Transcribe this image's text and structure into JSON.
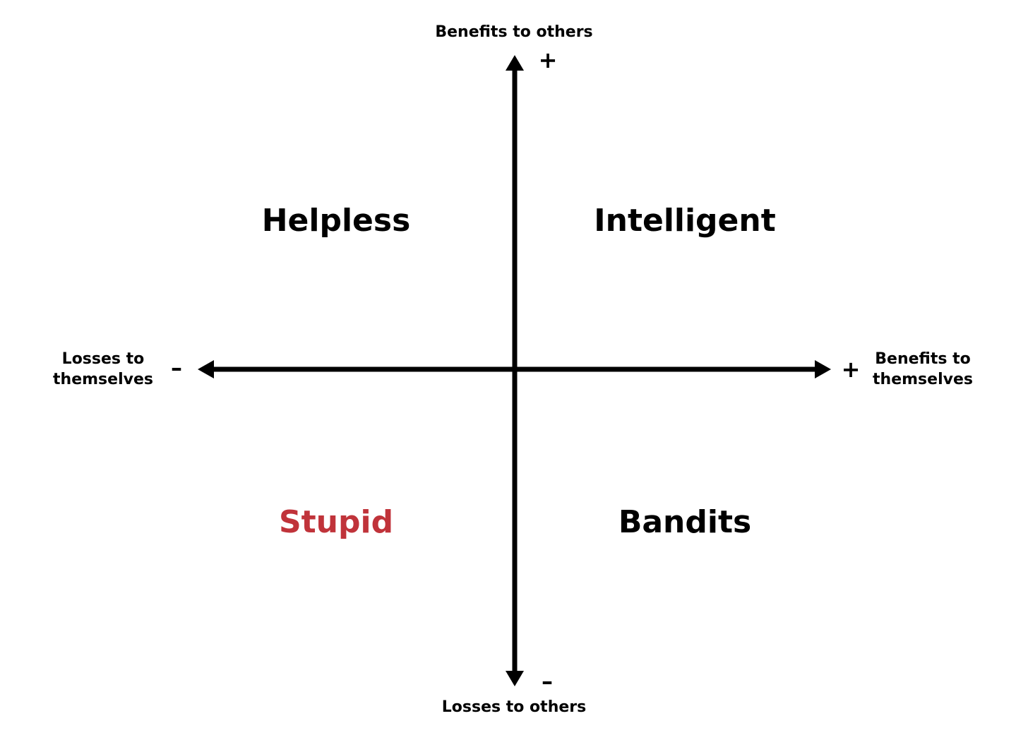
{
  "axes": {
    "top_label": "Benefits to others",
    "bottom_label": "Losses to others",
    "left_label_line1": "Losses to",
    "left_label_line2": "themselves",
    "right_label_line1": "Benefits to",
    "right_label_line2": "themselves",
    "plus_sign": "+",
    "minus_sign": "–"
  },
  "quadrants": {
    "top_left": "Helpless",
    "top_right": "Intelligent",
    "bottom_left": "Stupid",
    "bottom_right": "Bandits"
  },
  "colors": {
    "axis": "#000000",
    "text": "#000000",
    "highlight": "#c0333a"
  }
}
